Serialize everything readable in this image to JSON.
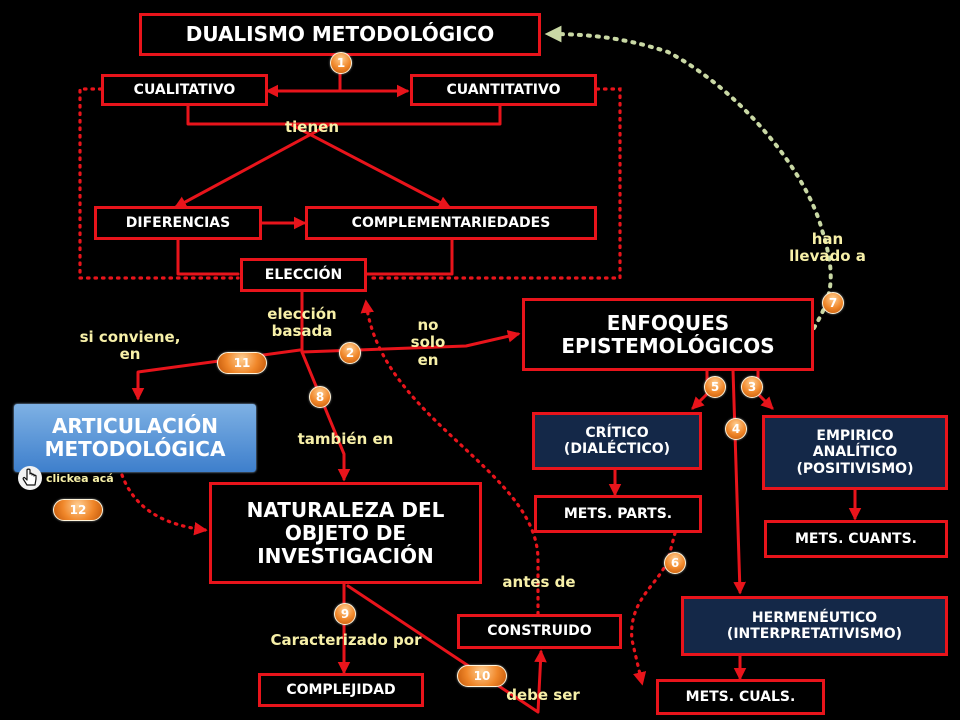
{
  "nodes": {
    "dualismo": "DUALISMO METODOLÓGICO",
    "cualitativo": "CUALITATIVO",
    "cuantitativo": "CUANTITATIVO",
    "diferencias": "DIFERENCIAS",
    "complementariedades": "COMPLEMENTARIEDADES",
    "eleccion": "ELECCIÓN",
    "enfoques": "ENFOQUES\nEPISTEMOLÓGICOS",
    "articulacion": "ARTICULACIÓN\nMETODOLÓGICA",
    "naturaleza": "NATURALEZA DEL\nOBJETO DE\nINVESTIGACIÓN",
    "critico": "CRÍTICO\n(DIALÉCTICO)",
    "mets_parts": "METS. PARTS.",
    "empirico": "EMPIRICO\nANALÍTICO\n(POSITIVISMO)",
    "mets_cuants": "METS. CUANTS.",
    "hermeneutico": "HERMENÉUTICO\n(INTERPRETATIVISMO)",
    "mets_cuals": "METS. CUALS.",
    "construido": "CONSTRUIDO",
    "complejidad": "COMPLEJIDAD"
  },
  "labels": {
    "tienen": "tienen",
    "eleccion_basada": "elección\nbasada",
    "no_solo_en": "no\nsolo\nen",
    "si_conviene_en": "si conviene,\nen",
    "tambien_en": "también en",
    "han_llevado_a": "han\nllevado a",
    "antes_de": "antes de",
    "caracterizado_por": "Caracterizado por",
    "debe_ser": "debe ser",
    "clickea_aca": "clickea acá"
  },
  "badges": [
    "1",
    "2",
    "3",
    "4",
    "5",
    "6",
    "7",
    "8",
    "9",
    "10",
    "11",
    "12"
  ],
  "colors": {
    "background": "#000000",
    "node_border": "#e8141b",
    "link_text": "#f7f0a8",
    "badge_orange": "#f0872a",
    "navy_fill": "#142848",
    "articulacion_fill": "#5b95d8",
    "return_dotted": "#c9d8a4"
  },
  "icons": [
    "hand-pointer-icon"
  ]
}
